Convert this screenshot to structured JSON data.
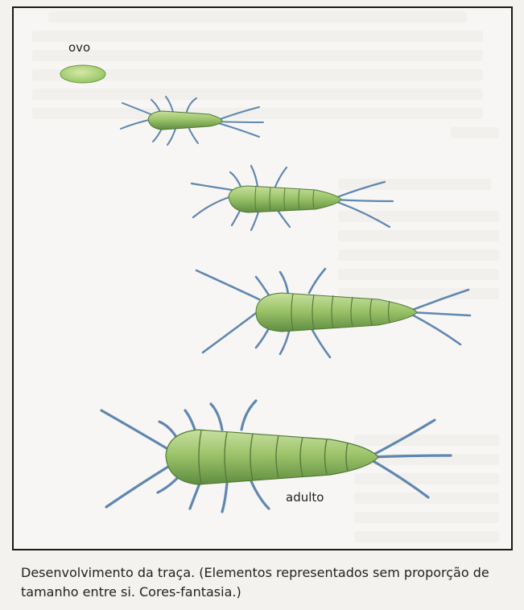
{
  "figure": {
    "labels": {
      "egg": "ovo",
      "adult": "adulto"
    },
    "caption": "Desenvolvimento da traça. (Elementos representados sem proporção de tamanho entre si. Cores-fantasia.)"
  },
  "colors": {
    "body": "#9cc46a",
    "body_dark": "#5f8c40",
    "segment_line": "#5a7a3a",
    "legs": "#5f87b0",
    "frame": "#1a1a1a"
  }
}
